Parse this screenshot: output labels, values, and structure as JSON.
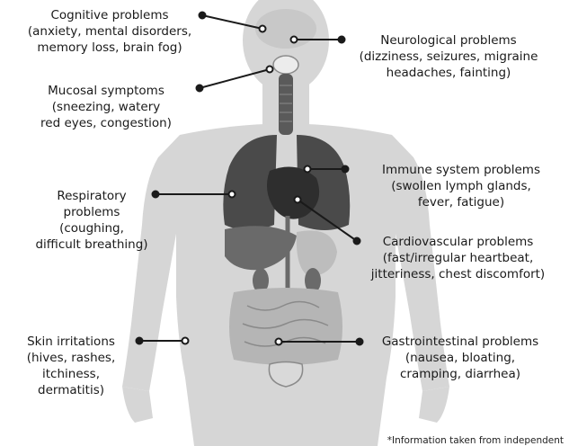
{
  "labels": {
    "cognitive": {
      "title": "Cognitive problems",
      "detail": [
        "(anxiety, mental disorders,",
        "memory loss, brain fog)"
      ]
    },
    "neurological": {
      "title": "Neurological problems",
      "detail": [
        "(dizziness, seizures, migraine",
        "headaches, fainting)"
      ]
    },
    "mucosal": {
      "title": "Mucosal symptoms",
      "detail": [
        "(sneezing, watery",
        "red eyes, congestion)"
      ]
    },
    "immune": {
      "title": "Immune system problems",
      "detail": [
        "(swollen lymph glands,",
        "fever, fatigue)"
      ]
    },
    "respiratory": {
      "title": "Respiratory",
      "detail": [
        "problems",
        "(coughing,",
        "difficult breathing)"
      ]
    },
    "cardiovascular": {
      "title": "Cardiovascular problems",
      "detail": [
        "(fast/irregular heartbeat,",
        "jitteriness, chest discomfort)"
      ]
    },
    "skin": {
      "title": "Skin irritations",
      "detail": [
        "(hives, rashes,",
        "itchiness,",
        "dermatitis)"
      ]
    },
    "gastrointestinal": {
      "title": "Gastrointestinal problems",
      "detail": [
        "(nausea, bloating,",
        "cramping, diarrhea)"
      ]
    }
  },
  "footnote": "*Information taken from independent",
  "colors": {
    "silhouette": "#d6d6d6",
    "organ_dark": "#4a4a4a",
    "organ_mid": "#8a8a8a",
    "organ_light": "#bdbdbd",
    "line": "#1a1a1a"
  }
}
